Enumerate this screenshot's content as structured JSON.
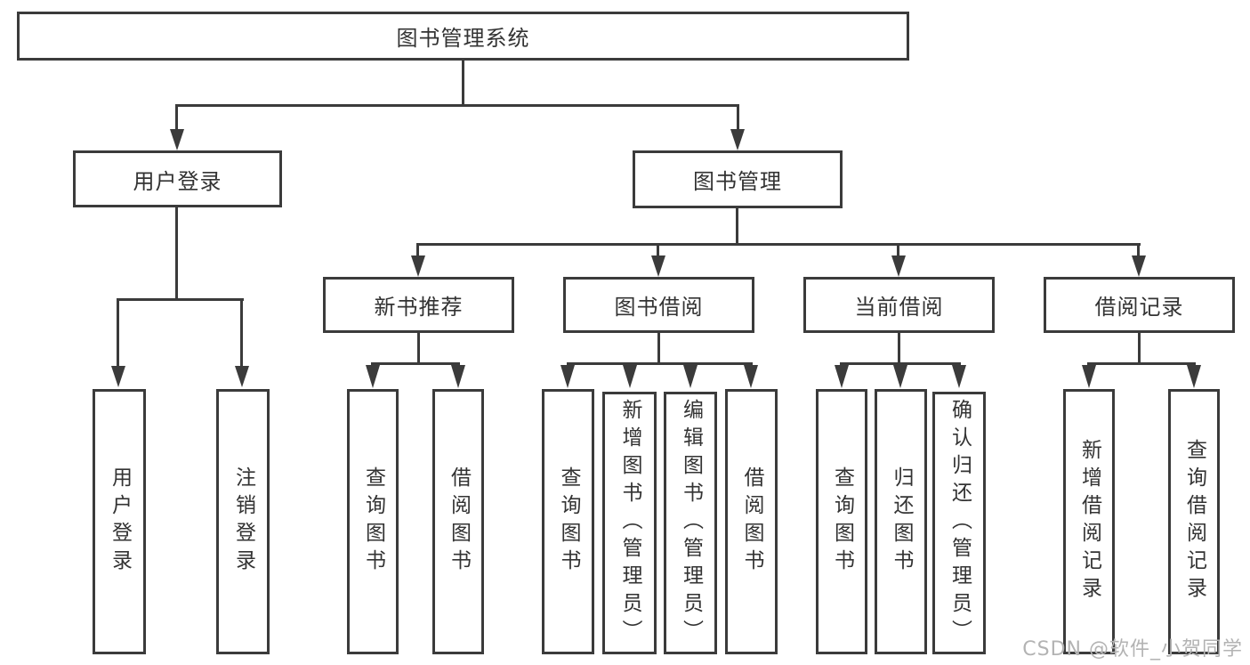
{
  "diagram": {
    "type": "tree",
    "root": {
      "label": "图书管理系统",
      "children": [
        {
          "label": "用户登录",
          "children": [
            {
              "label": "用户登录"
            },
            {
              "label": "注销登录"
            }
          ]
        },
        {
          "label": "图书管理",
          "children": [
            {
              "label": "新书推荐",
              "children": [
                {
                  "label": "查询图书"
                },
                {
                  "label": "借阅图书"
                }
              ]
            },
            {
              "label": "图书借阅",
              "children": [
                {
                  "label": "查询图书"
                },
                {
                  "label": "新增图书（管理员）"
                },
                {
                  "label": "编辑图书（管理员）"
                },
                {
                  "label": "借阅图书"
                }
              ]
            },
            {
              "label": "当前借阅",
              "children": [
                {
                  "label": "查询图书"
                },
                {
                  "label": "归还图书"
                },
                {
                  "label": "确认归还（管理员）"
                }
              ]
            },
            {
              "label": "借阅记录",
              "children": [
                {
                  "label": "新增借阅记录"
                },
                {
                  "label": "查询借阅记录"
                }
              ]
            }
          ]
        }
      ]
    }
  },
  "watermark": {
    "text": "CSDN @软件_小贺同学"
  },
  "colors": {
    "line": "#3b3b3b",
    "text": "#333333",
    "background": "#ffffff",
    "watermark": "#b3b3b3"
  }
}
